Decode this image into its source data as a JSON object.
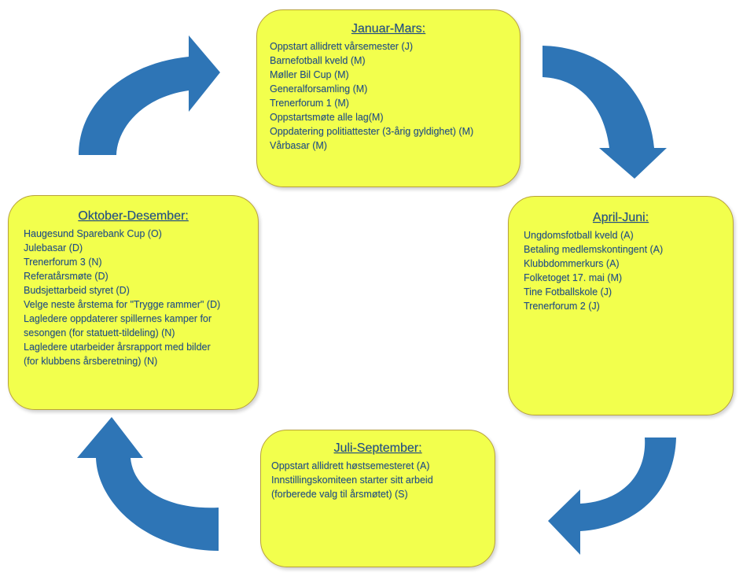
{
  "colors": {
    "box_fill": "#f2ff4d",
    "text": "#1f4e8c",
    "arrow": "#2e75b6"
  },
  "icons": [
    "curved-arrow-icon"
  ],
  "quarters": {
    "q1": {
      "title": "Januar-Mars:",
      "items": [
        "Oppstart allidrett vårsemester  (J)",
        "Barnefotball kveld (M)",
        "Møller Bil Cup (M)",
        "Generalforsamling (M)",
        "Trenerforum 1 (M)",
        "Oppstartsmøte alle lag(M)",
        "Oppdatering politiattester (3-årig gyldighet) (M)",
        "Vårbasar (M)"
      ]
    },
    "q2": {
      "title": "April-Juni:",
      "items": [
        "Ungdomsfotball kveld (A)",
        "Betaling medlemskontingent (A)",
        "Klubbdommerkurs (A)",
        "Folketoget 17. mai (M)",
        "Tine Fotballskole (J)",
        "Trenerforum 2 (J)"
      ]
    },
    "q3": {
      "title": "Juli-September:",
      "items": [
        "Oppstart allidrett høstsemesteret (A)",
        "Innstillingskomiteen starter sitt arbeid",
        "(forberede valg til årsmøtet) (S)"
      ]
    },
    "q4": {
      "title": "Oktober-Desember:",
      "items": [
        "Haugesund Sparebank Cup (O)",
        "Julebasar (D)",
        "Trenerforum 3 (N)",
        "Referatårsmøte (D)",
        "Budsjettarbeid styret (D)",
        "Velge neste årstema for \"Trygge rammer\" (D)",
        "Lagledere oppdaterer spillernes kamper for",
        "sesongen (for statuett-tildeling) (N)",
        "Lagledere utarbeider årsrapport med bilder",
        "(for klubbens årsberetning) (N)"
      ]
    }
  }
}
